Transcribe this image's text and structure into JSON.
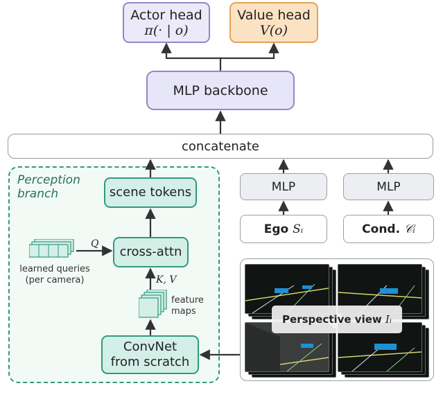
{
  "heads": {
    "actor": {
      "title": "Actor head",
      "formula": "π(· | o)"
    },
    "value": {
      "title": "Value head",
      "formula": "V(o)"
    }
  },
  "mlp_backbone": "MLP backbone",
  "concatenate": "concatenate",
  "ego_branch": {
    "mlp": "MLP",
    "input_label": "Ego",
    "input_symbol": "Sᵢ"
  },
  "cond_branch": {
    "mlp": "MLP",
    "input_label": "Cond.",
    "input_symbol": "𝒞ᵢ"
  },
  "perception": {
    "title_line1": "Perception",
    "title_line2": "branch",
    "scene_tokens": "scene tokens",
    "cross_attn": "cross-attn",
    "query_symbol": "Q",
    "kv_symbol": "K, V",
    "learned_queries_line1": "learned queries",
    "learned_queries_line2": "(per camera)",
    "feature_maps_line1": "feature",
    "feature_maps_line2": "maps",
    "convnet_line1": "ConvNet",
    "convnet_line2": "from scratch"
  },
  "perspective": {
    "label": "Perspective view",
    "symbol": "Iᵢ"
  },
  "colors": {
    "head_border": "#9287c9",
    "value_fill": "#fbe2c3",
    "green_border": "#2f9a7c",
    "green_fill": "#d4efe7",
    "gray_fill": "#eceef2"
  }
}
